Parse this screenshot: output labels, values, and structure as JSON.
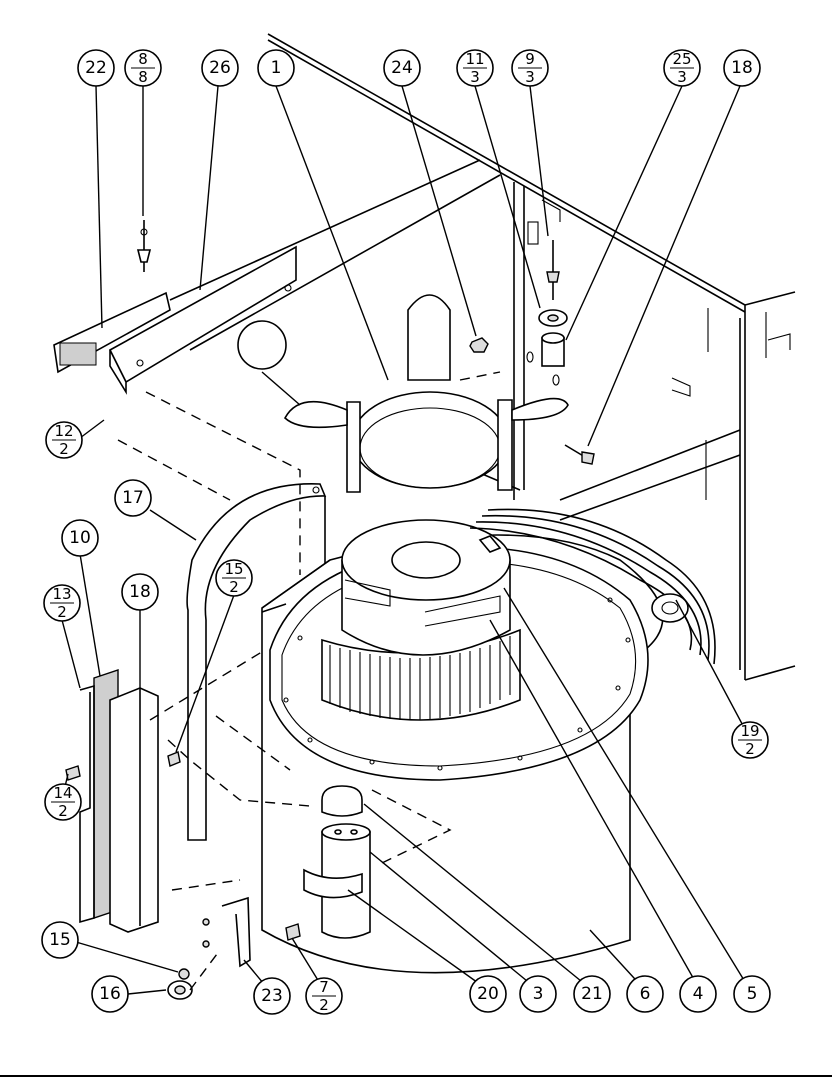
{
  "callouts": [
    {
      "id": "c22",
      "label": "22"
    },
    {
      "id": "c8_8",
      "num": "8",
      "den": "8"
    },
    {
      "id": "c26",
      "label": "26"
    },
    {
      "id": "c1",
      "label": "1"
    },
    {
      "id": "c24",
      "label": "24"
    },
    {
      "id": "c11_3",
      "num": "11",
      "den": "3"
    },
    {
      "id": "c9_3",
      "num": "9",
      "den": "3"
    },
    {
      "id": "c25_3",
      "num": "25",
      "den": "3"
    },
    {
      "id": "c18a",
      "label": "18"
    },
    {
      "id": "c12_2",
      "num": "12",
      "den": "2"
    },
    {
      "id": "c17",
      "label": "17"
    },
    {
      "id": "c10",
      "label": "10"
    },
    {
      "id": "c18b",
      "label": "18"
    },
    {
      "id": "c13_2",
      "num": "13",
      "den": "2"
    },
    {
      "id": "c15_2",
      "num": "15",
      "den": "2"
    },
    {
      "id": "c14_2",
      "num": "14",
      "den": "2"
    },
    {
      "id": "c19_2",
      "num": "19",
      "den": "2"
    },
    {
      "id": "c15",
      "label": "15"
    },
    {
      "id": "c16",
      "label": "16"
    },
    {
      "id": "c23",
      "label": "23"
    },
    {
      "id": "c7_2",
      "num": "7",
      "den": "2"
    },
    {
      "id": "c20",
      "label": "20"
    },
    {
      "id": "c3",
      "label": "3"
    },
    {
      "id": "c21",
      "label": "21"
    },
    {
      "id": "c6",
      "label": "6"
    },
    {
      "id": "c4",
      "label": "4"
    },
    {
      "id": "c5",
      "label": "5"
    }
  ],
  "parts": [
    {
      "id": "blower-housing",
      "callout": "6"
    },
    {
      "id": "blower-wheel",
      "callout": "4"
    },
    {
      "id": "blower-motor",
      "callout": "5"
    },
    {
      "id": "motor-mount-ring",
      "callout": "1"
    },
    {
      "id": "capacitor",
      "callout": "3"
    },
    {
      "id": "capacitor-strap",
      "callout": "20"
    },
    {
      "id": "capacitor-boot",
      "callout": "21"
    },
    {
      "id": "mounting-rail",
      "callout": "26"
    },
    {
      "id": "gasket-strip",
      "callout": "22"
    },
    {
      "id": "cutoff-plate",
      "callout": "17"
    },
    {
      "id": "filter-strip",
      "callout": "10"
    },
    {
      "id": "angle-bracket",
      "callout": "18"
    },
    {
      "id": "bracket",
      "callout": "23"
    },
    {
      "id": "grommet",
      "callout": "16"
    },
    {
      "id": "wire-harness",
      "callout": "19/2"
    }
  ]
}
